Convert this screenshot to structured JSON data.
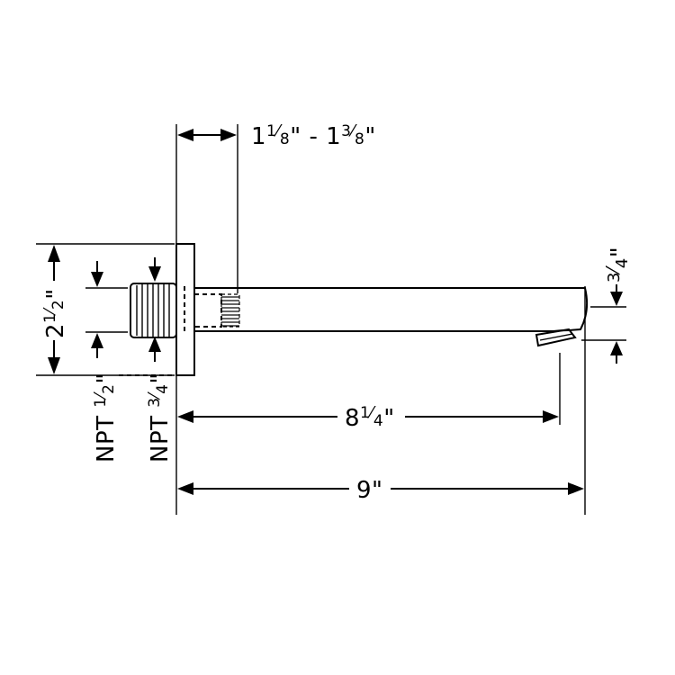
{
  "diagram": {
    "type": "technical-drawing",
    "subject": "tub spout side elevation",
    "line_color": "#000000",
    "background": "#ffffff",
    "dimensions": {
      "wall_thickness": {
        "whole1": "1",
        "num1": "1",
        "den1": "8",
        "sep": "\" - ",
        "whole2": "1",
        "num2": "3",
        "den2": "8",
        "unit": "\""
      },
      "flange_height": {
        "whole": "2",
        "num": "1",
        "den": "2",
        "unit": "\""
      },
      "npt_half": {
        "label": "NPT ",
        "num": "1",
        "den": "2",
        "unit": "\""
      },
      "npt_three_quarter": {
        "label": "NPT ",
        "num": "3",
        "den": "4",
        "unit": "\""
      },
      "spout_drop": {
        "num": "3",
        "den": "4",
        "unit": "\""
      },
      "outlet_reach": {
        "whole": "8",
        "num": "1",
        "den": "4",
        "unit": "\""
      },
      "overall_length": {
        "whole": "9",
        "unit": "\""
      }
    }
  }
}
